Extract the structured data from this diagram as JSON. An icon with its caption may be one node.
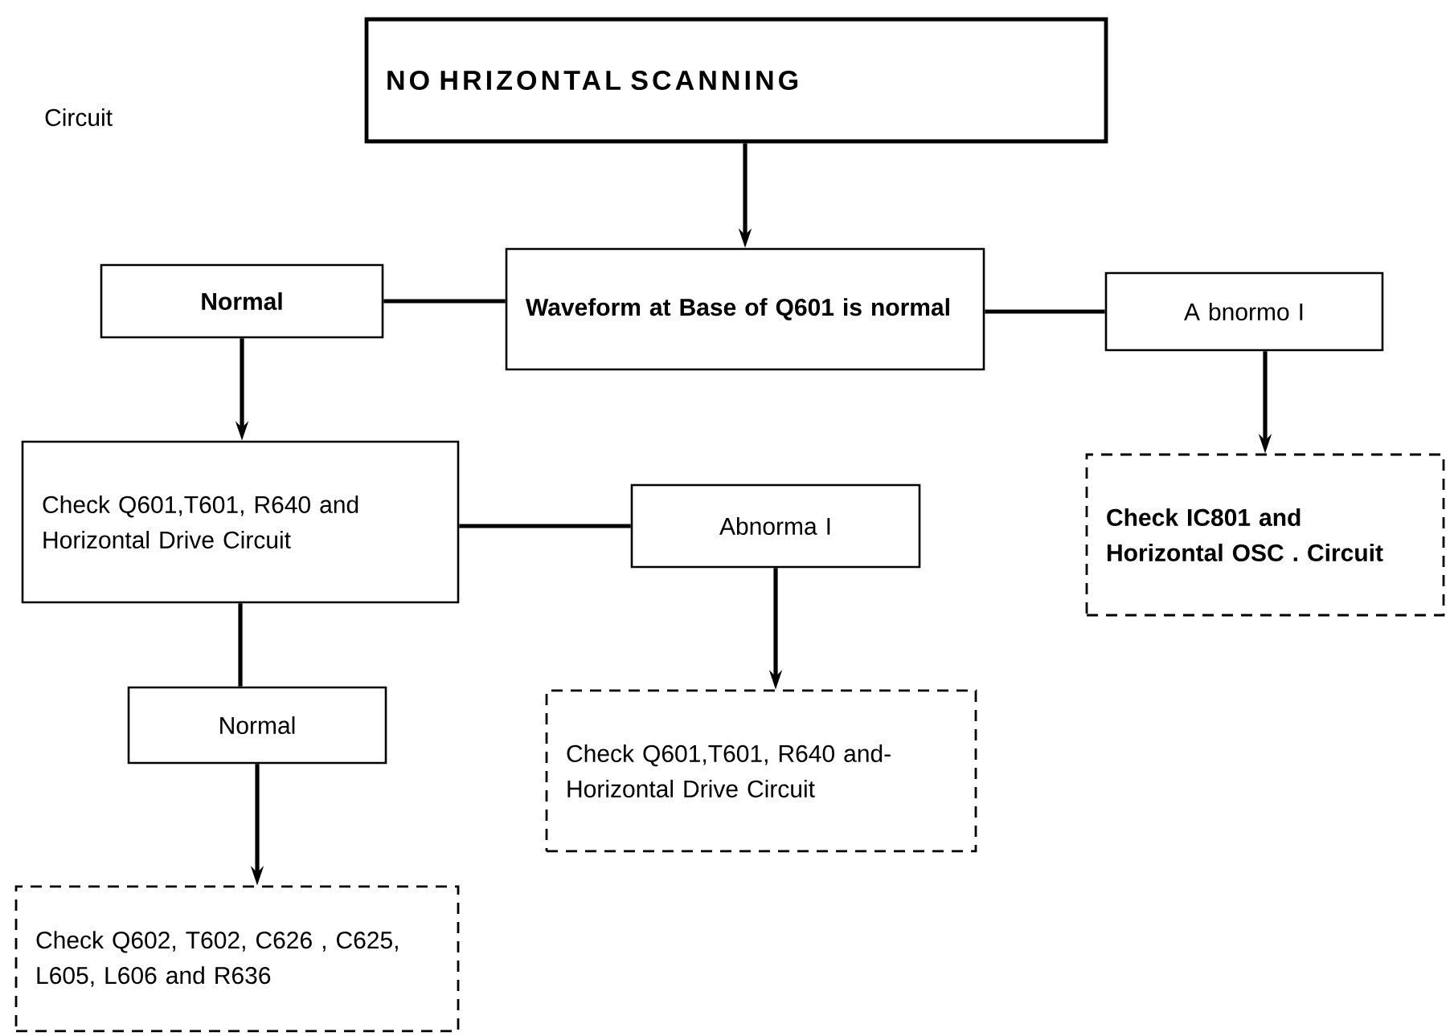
{
  "diagram": {
    "nodes": [
      {
        "text": [
          "NO HRIZONTAL SCANNING"
        ]
      },
      {
        "text": [
          "Waveform at Base of Q601 is normal"
        ]
      },
      {
        "text": [
          "Normal"
        ]
      },
      {
        "text": [
          "A bnormo I"
        ]
      },
      {
        "text": [
          "Check Q601,T601, R640 and Horizontal Drive Circuit"
        ]
      },
      {
        "text": [
          "Abnorma I"
        ]
      },
      {
        "text": [
          "Check IC801 and Horizontal OSC . Circuit"
        ]
      },
      {
        "text": [
          "Normal"
        ]
      },
      {
        "text": [
          "Check Q601,T601, R640 and- Horizontal Drive Circuit"
        ]
      },
      {
        "text": [
          "Check Q602, T602, C626 , C625, L605, L606 and R636"
        ]
      }
    ],
    "edges": [
      {
        "from": 0,
        "to": 1,
        "arrow": "to"
      },
      {
        "from": 2,
        "to": 1,
        "arrow": "none"
      },
      {
        "from": 1,
        "to": 3,
        "arrow": "none"
      },
      {
        "from": 2,
        "to": 4,
        "arrow": "to"
      },
      {
        "from": 3,
        "to": 6,
        "arrow": "to"
      },
      {
        "from": 4,
        "to": 5,
        "arrow": "none"
      },
      {
        "from": 5,
        "to": 8,
        "arrow": "to"
      },
      {
        "from": 4,
        "to": 7,
        "arrow": "none"
      },
      {
        "from": 7,
        "to": 9,
        "arrow": "to"
      }
    ],
    "labels": [
      "Circuit"
    ]
  }
}
